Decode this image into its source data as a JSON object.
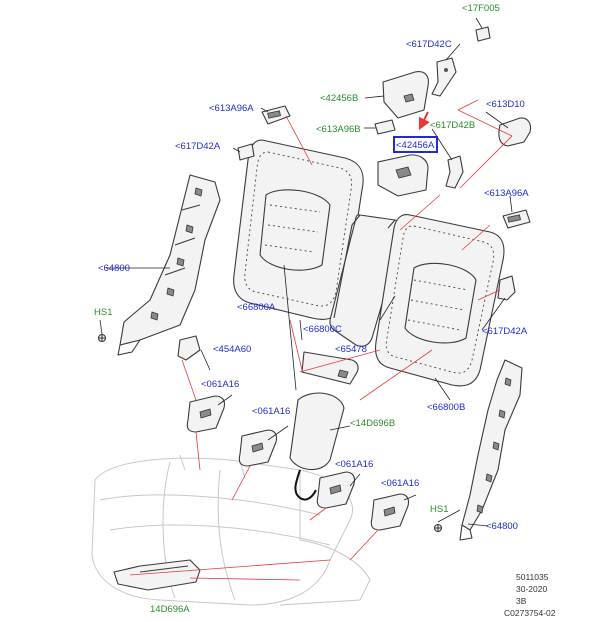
{
  "labels": {
    "l_17F005": "<17F005",
    "l_617D42C": "<617D42C",
    "l_42456B": "<42456B",
    "l_613A96A_top": "<613A96A",
    "l_613A96B": "<613A96B",
    "l_617D42B": "<617D42B",
    "l_613D10": "<613D10",
    "l_42456A": "<42456A",
    "l_617D42A_left": "<617D42A",
    "l_613A96A_right": "<613A96A",
    "l_64800_left": "<64800",
    "l_66800A": "<66800A",
    "l_66800C": "<66800C",
    "l_617D42A_right": "<617D42A",
    "l_HS1_left": "HS1",
    "l_454A60": "<454A60",
    "l_65478": "<65478",
    "l_066800B": "<66800B",
    "l_061A16_1": "<061A16",
    "l_061A16_2": "<061A16",
    "l_14D696B": "<14D696B",
    "l_061A16_3": "<061A16",
    "l_061A16_4": "<061A16",
    "l_HS1_right": "HS1",
    "l_64800_right": "<64800",
    "l_14D696A": "14D696A"
  },
  "meta": {
    "line1": "5011035",
    "line2": "30-2020",
    "line3": "3B",
    "line4": "C0273754-02"
  },
  "colors": {
    "label_blue": "#1f2bd6",
    "label_green": "#2e8b2e",
    "highlight_box": "#1f2bd6",
    "arrow_red": "#e53a3a"
  }
}
